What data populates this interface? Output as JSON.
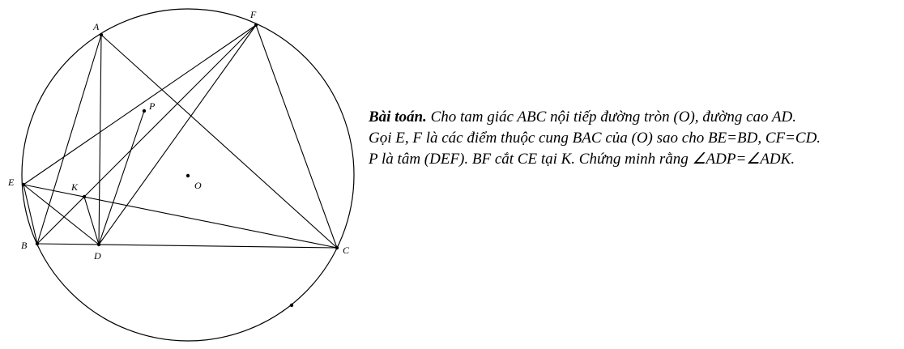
{
  "diagram": {
    "points": {
      "A": "A",
      "F": "F",
      "P": "P",
      "E": "E",
      "K": "K",
      "O": "O",
      "B": "B",
      "D": "D",
      "C": "C"
    }
  },
  "problem": {
    "title": "Bài toán.",
    "line1": " Cho tam giác ABC nội tiếp đường tròn (O), đường cao AD.",
    "line2": "Gọi E, F là các điểm thuộc cung BAC của (O) sao cho BE=BD, CF=CD.",
    "line3": "P là tâm (DEF). BF cắt CE tại K. Chứng minh rằng ∠ADP=∠ADK."
  }
}
